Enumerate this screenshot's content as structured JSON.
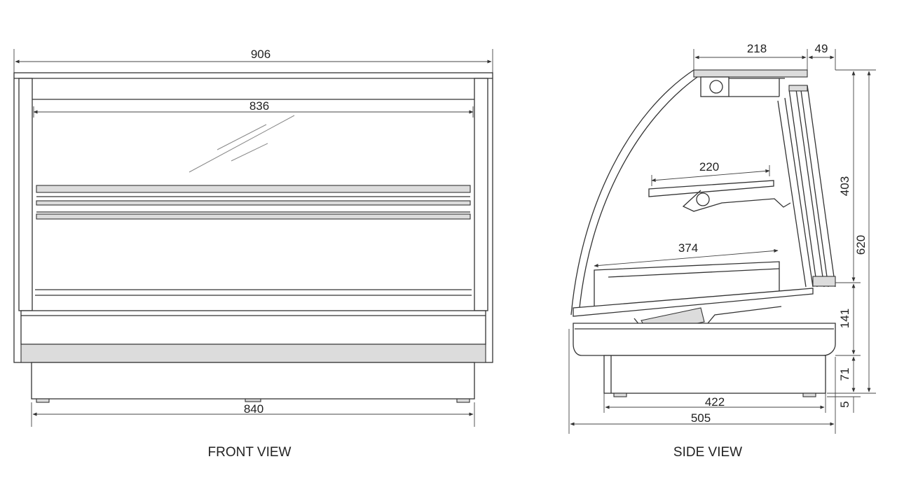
{
  "front_view": {
    "caption": "FRONT VIEW",
    "dims": {
      "overall_width": "906",
      "inner_width": "836",
      "base_width": "840"
    }
  },
  "side_view": {
    "caption": "SIDE VIEW",
    "dims": {
      "top_depth": "218",
      "top_offset": "49",
      "upper_shelf": "220",
      "lower_shelf": "374",
      "base_depth": "422",
      "overall_depth": "505",
      "glass_height": "403",
      "overall_height": "620",
      "counter_height": "141",
      "base_height": "71",
      "foot_height": "5"
    }
  }
}
